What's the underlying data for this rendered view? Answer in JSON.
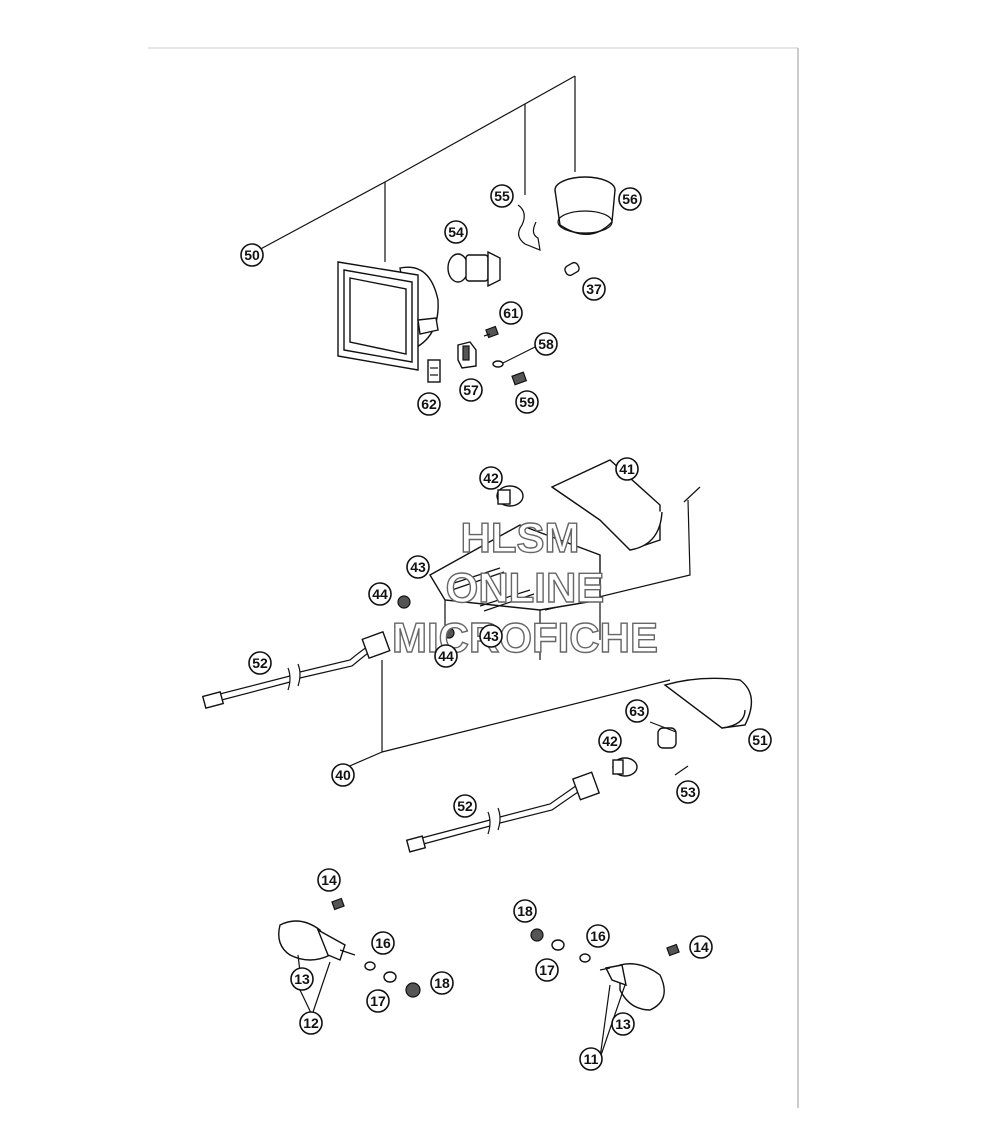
{
  "watermark": {
    "line1": "HLSM",
    "line2": "ONLINE",
    "line3": "MICROFICHE"
  },
  "callouts": [
    "50",
    "55",
    "56",
    "54",
    "37",
    "61",
    "58",
    "57",
    "59",
    "62",
    "41",
    "42",
    "43",
    "44",
    "43",
    "44",
    "52",
    "40",
    "63",
    "42",
    "51",
    "53",
    "52",
    "14",
    "16",
    "18",
    "16",
    "14",
    "17",
    "13",
    "12",
    "18",
    "17",
    "13",
    "11"
  ]
}
